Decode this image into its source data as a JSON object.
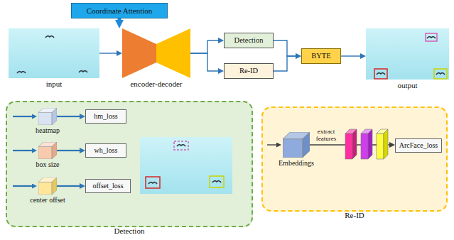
{
  "diagram": {
    "nodes": [
      {
        "text": [
          "Coordinate Attention"
        ]
      },
      {
        "text": [
          "input"
        ]
      },
      {
        "text": [
          "encoder-decoder"
        ]
      },
      {
        "text": [
          "Detection"
        ]
      },
      {
        "text": [
          "Re-ID"
        ]
      },
      {
        "text": [
          "BYTE"
        ]
      },
      {
        "text": [
          "output"
        ]
      },
      {
        "text": [
          "Detection"
        ]
      },
      {
        "text": [
          "heatmap"
        ],
        "in": 7
      },
      {
        "text": [
          "hm_loss"
        ],
        "in": 7
      },
      {
        "text": [
          "box size"
        ],
        "in": 7
      },
      {
        "text": [
          "wh_loss"
        ],
        "in": 7
      },
      {
        "text": [
          "center offset"
        ],
        "in": 7
      },
      {
        "text": [
          "offset_loss"
        ],
        "in": 7
      },
      {
        "text": [
          "Re-ID"
        ]
      },
      {
        "text": [
          "Embeddings"
        ],
        "in": 14
      },
      {
        "text": [
          "ArcFace_loss"
        ],
        "in": 14
      }
    ],
    "edges": [
      {
        "from": 1,
        "to": 2,
        "arrow": "to"
      },
      {
        "from": 0,
        "to": 2,
        "arrow": "to"
      },
      {
        "from": 2,
        "to": 3,
        "arrow": "to"
      },
      {
        "from": 2,
        "to": 4,
        "arrow": "to"
      },
      {
        "from": 3,
        "to": 5,
        "arrow": "to"
      },
      {
        "from": 4,
        "to": 5,
        "arrow": "to"
      },
      {
        "from": 5,
        "to": 6,
        "arrow": "to"
      },
      {
        "from": 8,
        "to": 9,
        "arrow": "to"
      },
      {
        "from": 10,
        "to": 11,
        "arrow": "to"
      },
      {
        "from": 12,
        "to": 13,
        "arrow": "to"
      },
      {
        "from": 15,
        "to": 16,
        "label": "extract features",
        "arrow": "to"
      }
    ]
  }
}
